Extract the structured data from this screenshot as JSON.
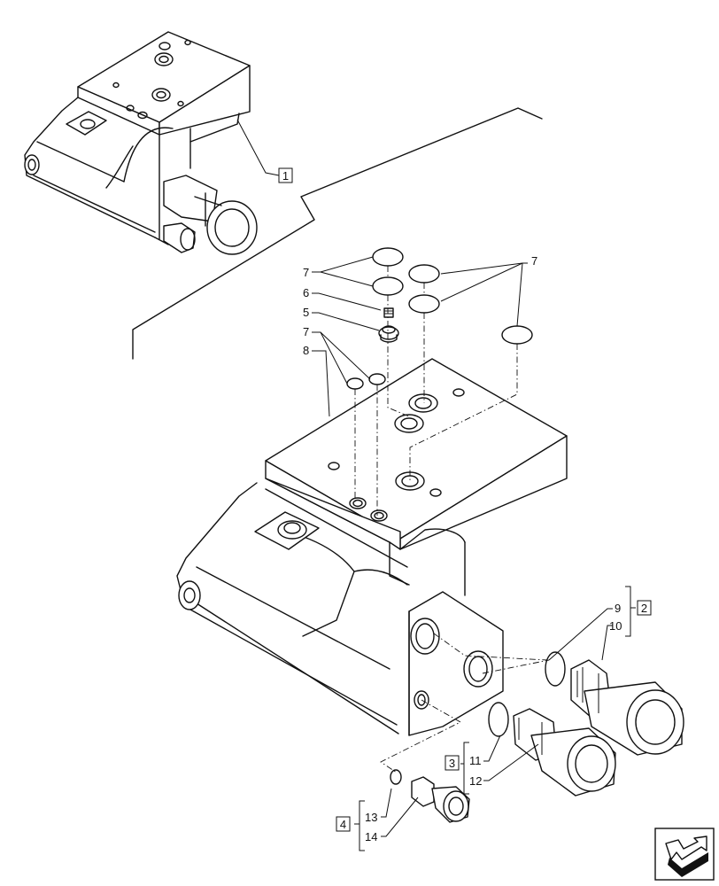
{
  "callouts": {
    "c1": "1",
    "c2": "2",
    "c3": "3",
    "c4": "4",
    "p7a": "7",
    "p6": "6",
    "p5": "5",
    "p7b": "7",
    "p8": "8",
    "p7c": "7",
    "p9": "9",
    "p10": "10",
    "p11": "11",
    "p12": "12",
    "p13": "13",
    "p14": "14"
  },
  "nav_icon": "next-page-arrow-icon"
}
